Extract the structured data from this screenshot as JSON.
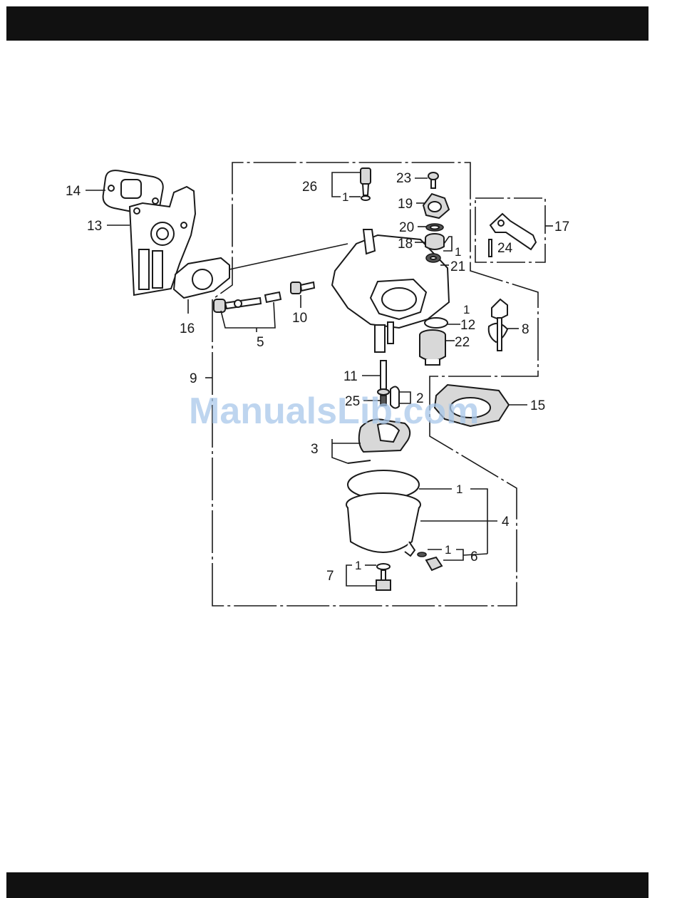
{
  "watermark": "ManualsLib.com",
  "labels": {
    "l1a": "1",
    "l1b": "1",
    "l1c": "1",
    "l1d": "1",
    "l1e": "1",
    "l1f": "1",
    "l2": "2",
    "l3": "3",
    "l4": "4",
    "l5": "5",
    "l6": "6",
    "l7": "7",
    "l8": "8",
    "l9": "9",
    "l10": "10",
    "l11": "11",
    "l12": "12",
    "l13": "13",
    "l14": "14",
    "l15": "15",
    "l16": "16",
    "l17": "17",
    "l18": "18",
    "l19": "19",
    "l20": "20",
    "l21": "21",
    "l22": "22",
    "l23": "23",
    "l24": "24",
    "l25": "25",
    "l26": "26"
  }
}
